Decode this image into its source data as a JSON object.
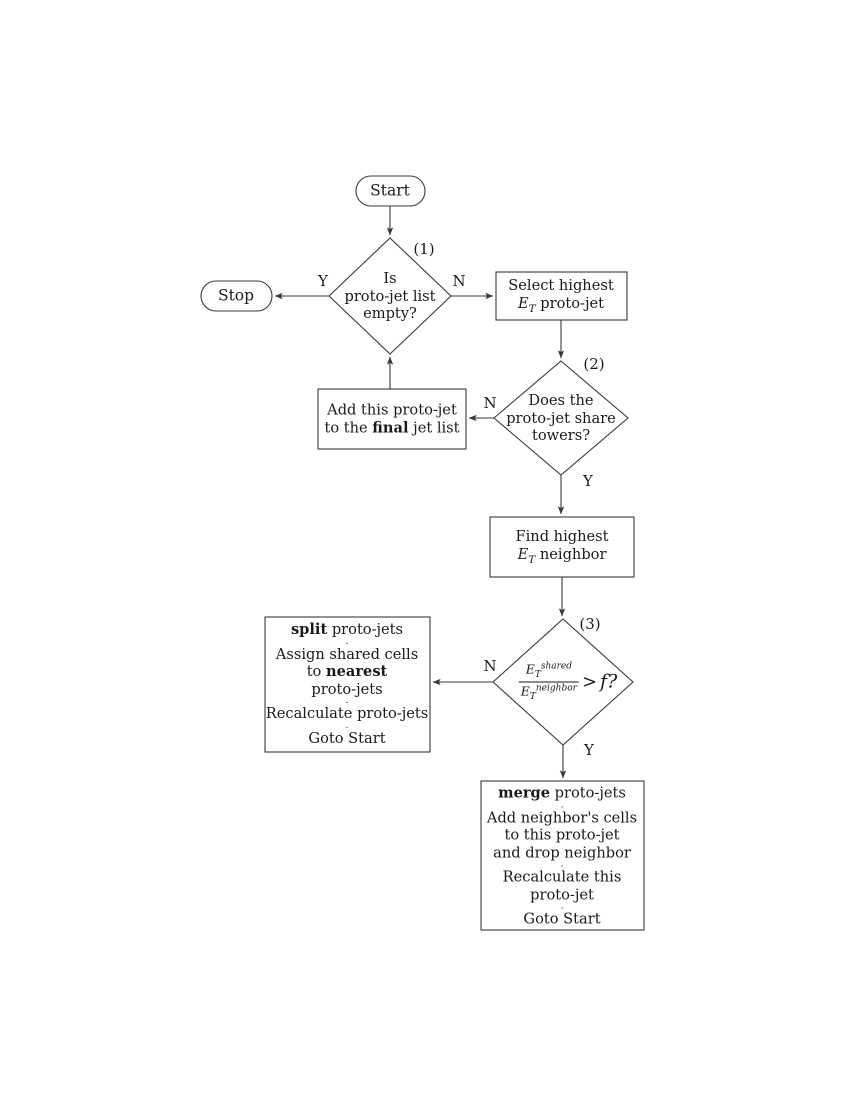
{
  "diagram": {
    "title": "Jet cone split-merge algorithm flowchart",
    "colors": {
      "stroke": "#3a3a3a",
      "text": "#1a1a1a",
      "background": "#ffffff"
    },
    "nodes": {
      "start": {
        "label": "Start",
        "shape": "rounded-terminal"
      },
      "stop": {
        "label": "Stop",
        "shape": "rounded-terminal"
      },
      "decision1": {
        "step": "(1)",
        "line1": "Is",
        "line2": "proto-jet list",
        "line3": "empty?",
        "yes": "Y",
        "no": "N"
      },
      "select_highest": {
        "line1": "Select highest",
        "line2_pre": "E",
        "line2_sub": "T",
        "line2_post": " proto-jet"
      },
      "decision2": {
        "step": "(2)",
        "line1": "Does the",
        "line2": "proto-jet share",
        "line3": "towers?",
        "yes": "Y",
        "no": "N"
      },
      "add_final": {
        "line1": "Add this proto-jet",
        "line2_pre": "to the ",
        "line2_bold": "final",
        "line2_post": " jet list"
      },
      "find_neighbor": {
        "line1": "Find highest",
        "line2_pre": "E",
        "line2_sub": "T",
        "line2_post": " neighbor"
      },
      "decision3": {
        "step": "(3)",
        "numerator_base": "E",
        "numerator_sub": "T",
        "numerator_sup": "shared",
        "denominator_base": "E",
        "denominator_sub": "T",
        "denominator_sup": "neighbor",
        "relation": ">",
        "threshold": "f?",
        "yes": "Y",
        "no": "N"
      },
      "split_box": {
        "l1_bold": "split",
        "l1_rest": " proto-jets",
        "l2": "Assign shared cells",
        "l3_pre": "to ",
        "l3_bold": "nearest",
        "l4": "proto-jets",
        "l5": "Recalculate proto-jets",
        "l6": "Goto Start"
      },
      "merge_box": {
        "l1_bold": "merge",
        "l1_rest": " proto-jets",
        "l2": "Add neighbor's cells",
        "l3": "to this proto-jet",
        "l4": "and drop neighbor",
        "l5": "Recalculate this",
        "l6": "proto-jet",
        "l7": "Goto Start"
      }
    },
    "edges": [
      {
        "from": "start",
        "to": "decision1",
        "label": ""
      },
      {
        "from": "decision1",
        "to": "stop",
        "label": "Y"
      },
      {
        "from": "decision1",
        "to": "select_highest",
        "label": "N"
      },
      {
        "from": "select_highest",
        "to": "decision2",
        "label": ""
      },
      {
        "from": "decision2",
        "to": "add_final",
        "label": "N"
      },
      {
        "from": "add_final",
        "to": "decision1",
        "label": ""
      },
      {
        "from": "decision2",
        "to": "find_neighbor",
        "label": "Y"
      },
      {
        "from": "find_neighbor",
        "to": "decision3",
        "label": ""
      },
      {
        "from": "decision3",
        "to": "split_box",
        "label": "N"
      },
      {
        "from": "decision3",
        "to": "merge_box",
        "label": "Y"
      }
    ]
  }
}
